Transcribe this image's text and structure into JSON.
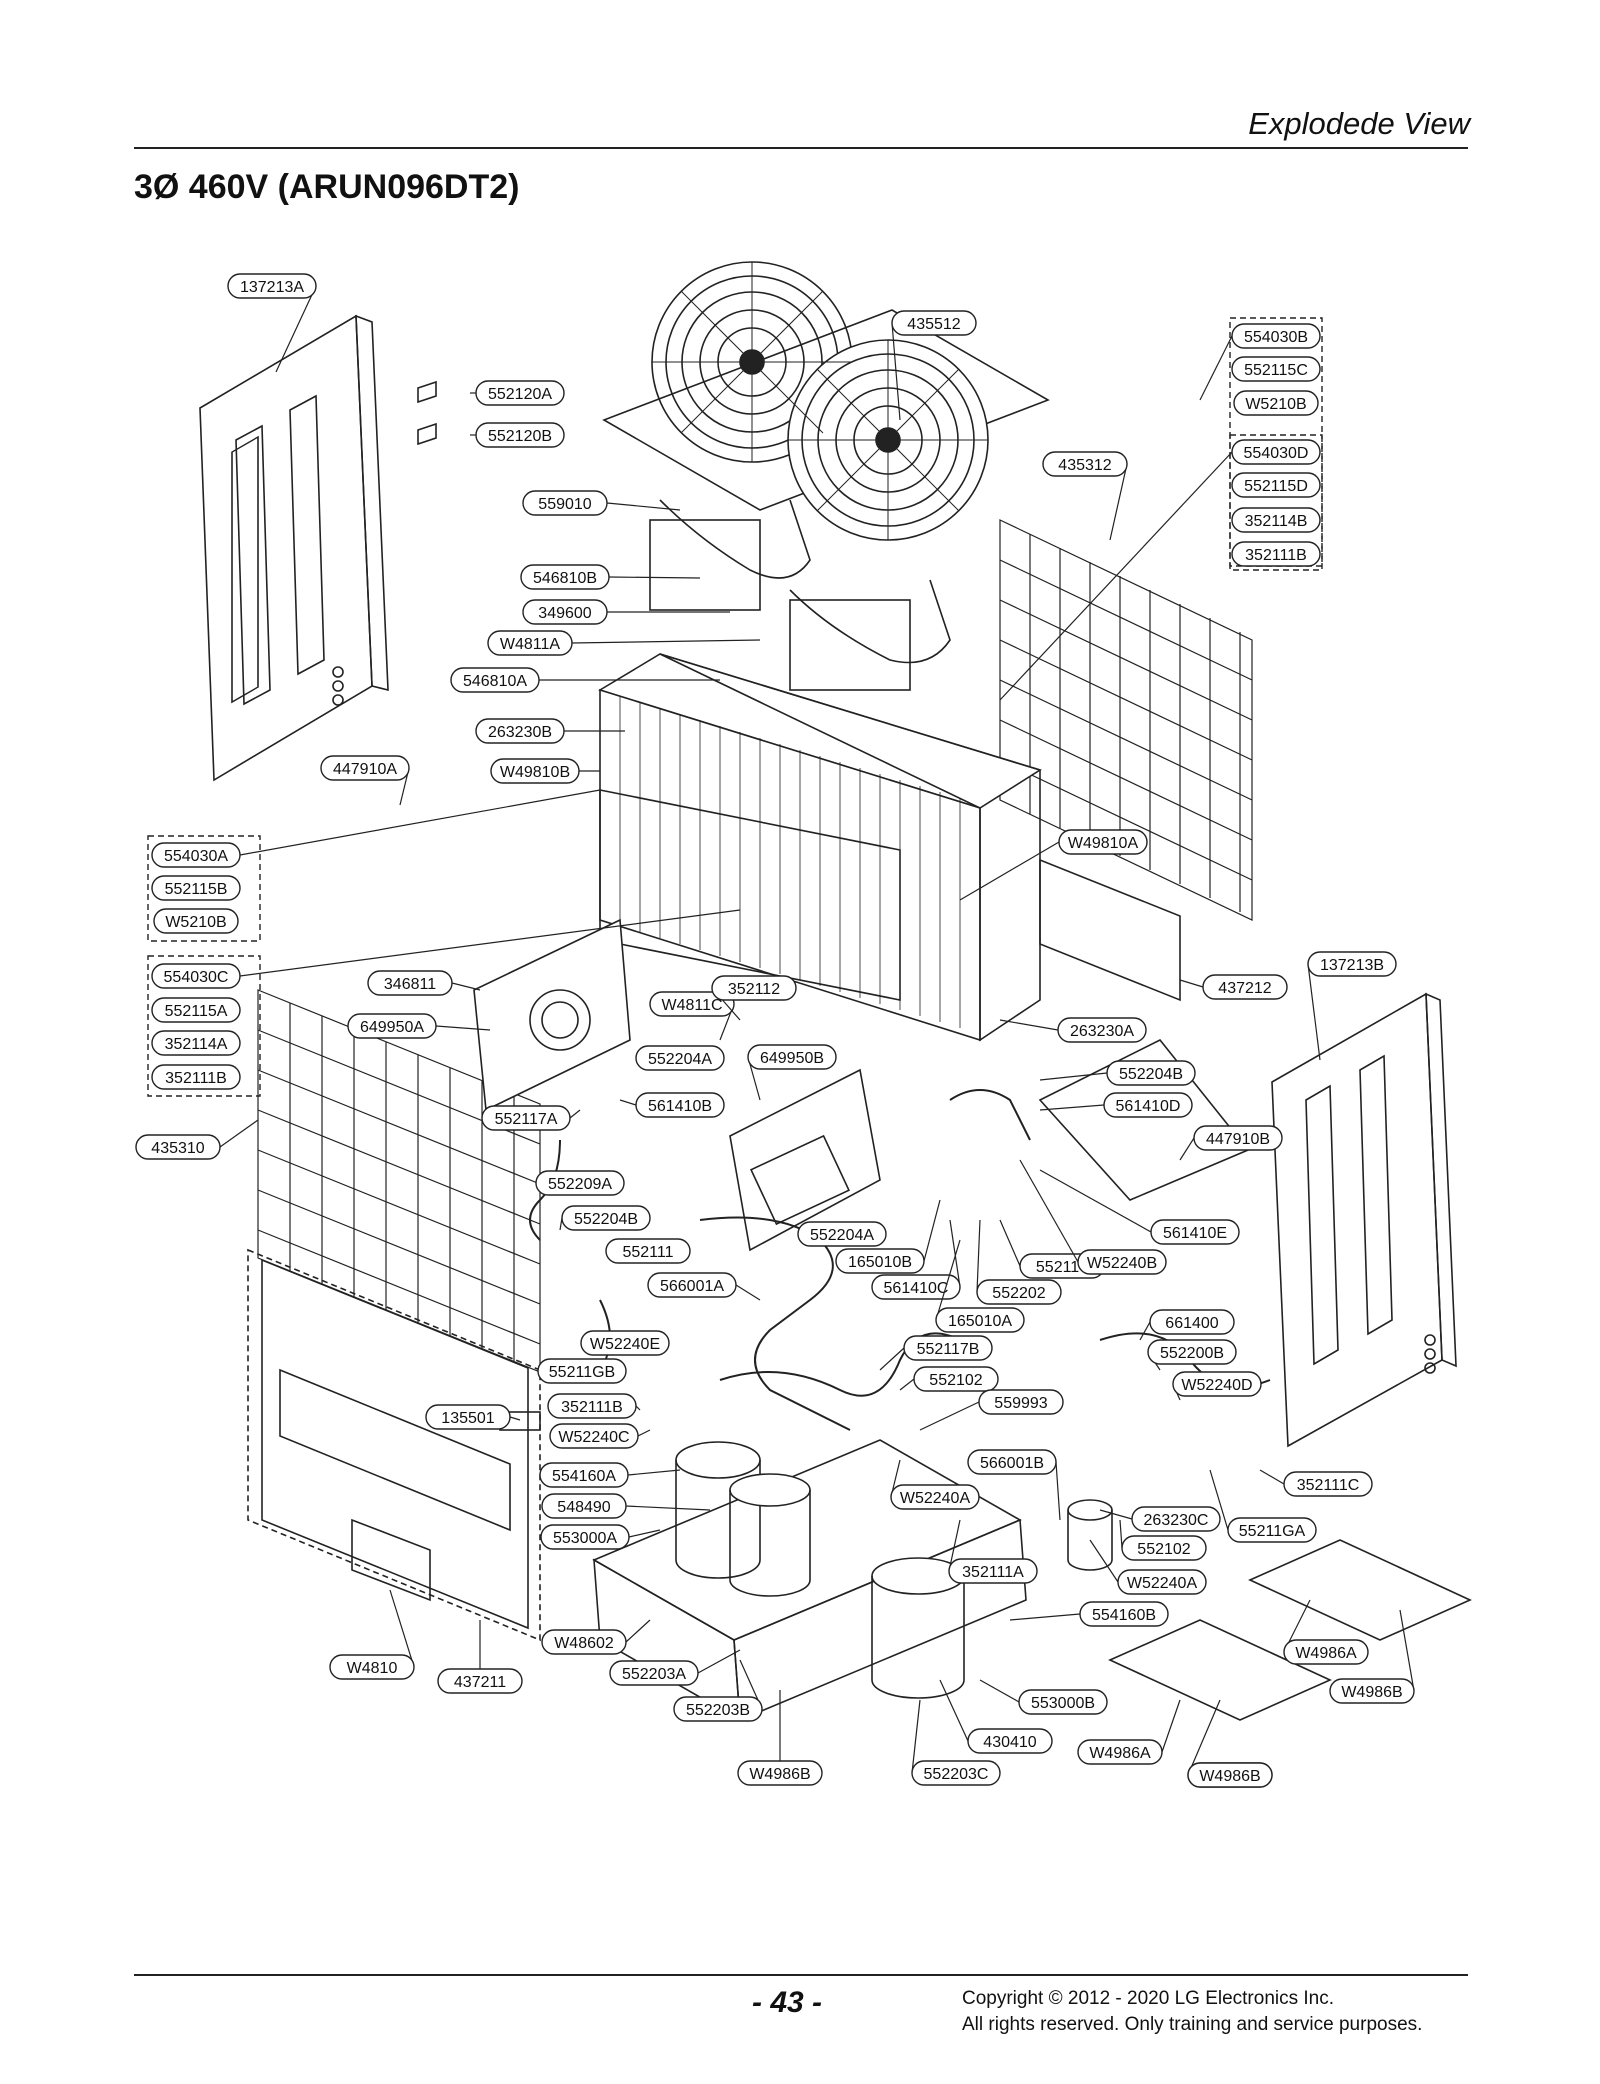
{
  "header": {
    "section_title": "Explodede View"
  },
  "model_title": "3Ø 460V (ARUN096DT2)",
  "diagram_labels": [
    "137213A",
    "552120A",
    "552120B",
    "559010",
    "546810B",
    "349600",
    "W4811A",
    "546810A",
    "263230B",
    "447910A",
    "W49810B",
    "435512",
    "435312",
    "554030B",
    "552115C",
    "W5210B",
    "554030D",
    "552115D",
    "352114B",
    "352111B",
    "554030A",
    "552115B",
    "W5210B",
    "554030C",
    "552115A",
    "352114A",
    "352111B",
    "435310",
    "W49810A",
    "137213B",
    "437212",
    "263230A",
    "552204B",
    "561410D",
    "447910B",
    "561410E",
    "346811",
    "649950A",
    "W4811C",
    "352112",
    "552204A",
    "649950B",
    "561410B",
    "552117A",
    "552209A",
    "552204B",
    "552111",
    "552204A",
    "165010B",
    "552116",
    "W52240B",
    "566001A",
    "561410C",
    "552202",
    "165010A",
    "661400",
    "W52240E",
    "552117B",
    "55211GB",
    "552102",
    "552200B",
    "W52240D",
    "352111B",
    "559993",
    "135501",
    "W52240C",
    "566001B",
    "352111C",
    "554160A",
    "548490",
    "W52240A",
    "263230C",
    "55211GA",
    "553000A",
    "352111A",
    "552102",
    "W52240A",
    "554160B",
    "W48602",
    "W4810",
    "552203A",
    "W4986A",
    "W4986B",
    "437211",
    "552203B",
    "553000B",
    "430410",
    "W4986A",
    "W4986B",
    "552203C",
    "W48602",
    "W4986B"
  ],
  "footer": {
    "page_number": "- 43 -",
    "copyright_line1": "Copyright © 2012 - 2020 LG Electronics Inc.",
    "copyright_line2": "All rights reserved. Only training and service purposes."
  }
}
